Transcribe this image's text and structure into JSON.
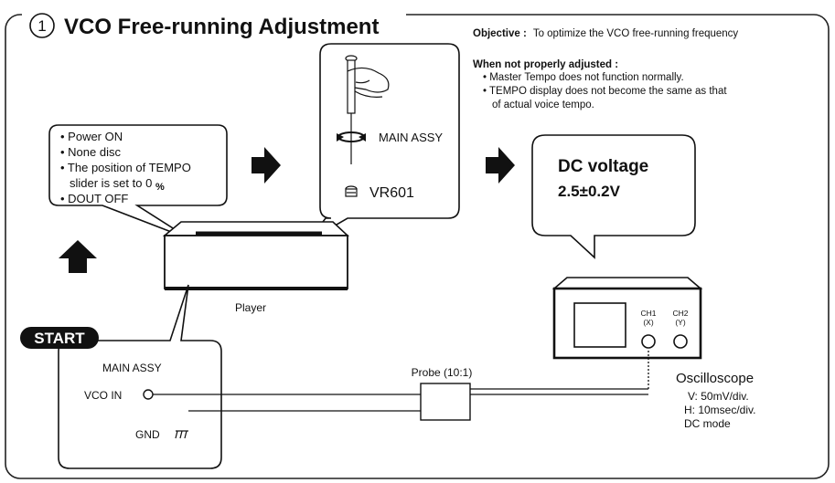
{
  "step_number": "1",
  "title": "VCO Free-running Adjustment",
  "objective": {
    "label": "Objective :",
    "text": "To optimize the VCO free-running frequency"
  },
  "not_adjusted": {
    "label": "When not properly adjusted :",
    "items": [
      "• Master Tempo does not function normally.",
      "• TEMPO display does not become the same as that",
      "of actual voice tempo."
    ]
  },
  "conditions": {
    "items": [
      "• Power ON",
      "• None disc",
      "• The position of TEMPO",
      "slider is set to 0",
      "• DOUT OFF"
    ],
    "percent": "%"
  },
  "adjust": {
    "board": "MAIN ASSY",
    "control": "VR601"
  },
  "result": {
    "line1": "DC voltage",
    "line2": "2.5±0.2V"
  },
  "player_label": "Player",
  "start_label": "START",
  "main_assy": {
    "title": "MAIN ASSY",
    "vco_in": "VCO IN",
    "gnd": "GND"
  },
  "probe_label": "Probe (10:1)",
  "oscilloscope": {
    "label": "Oscilloscope",
    "ch1": "CH1",
    "ch1_sub": "(X)",
    "ch2": "CH2",
    "ch2_sub": "(Y)",
    "settings": [
      "V: 50mV/div.",
      "H: 10msec/div.",
      "DC mode"
    ]
  }
}
